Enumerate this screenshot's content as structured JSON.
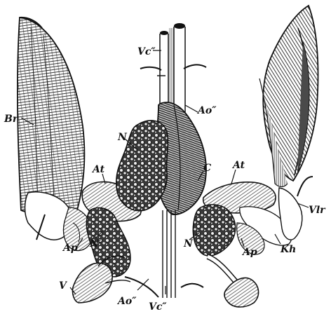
{
  "figure": {
    "labels": {
      "vc_upper": "Vc″",
      "ao_upper": "Ao″",
      "br": "Br",
      "n_upper": "N",
      "at_left": "At",
      "c": "C",
      "at_right": "At",
      "vlr": "Vlr",
      "ap_left": "Ap",
      "n_left": "N′",
      "n_lower": "N",
      "ap_right": "Ap",
      "kh": "Kh",
      "v": "V",
      "ao_lower": "Ao″",
      "vc_lower": "Vc″"
    }
  }
}
